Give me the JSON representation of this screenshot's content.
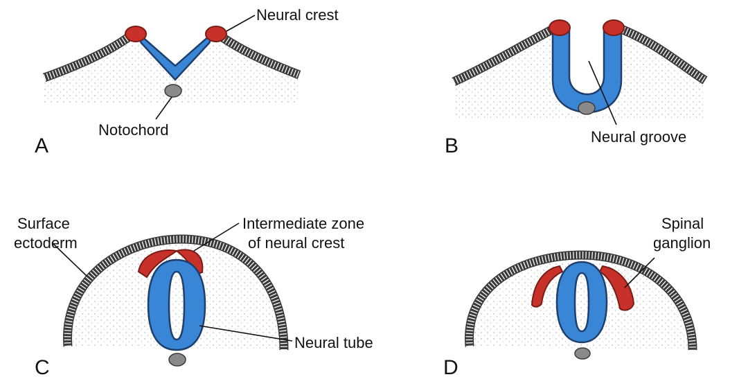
{
  "panels": [
    {
      "letter": "A",
      "labels": [
        "Neural crest",
        "Notochord"
      ]
    },
    {
      "letter": "B",
      "labels": [
        "Neural groove"
      ]
    },
    {
      "letter": "C",
      "labels": [
        "Surface",
        "ectoderm",
        "Intermediate zone",
        "of neural crest",
        "Neural tube"
      ]
    },
    {
      "letter": "D",
      "labels": [
        "Spinal",
        "ganglion"
      ]
    }
  ],
  "colors": {
    "neural_plate": "#3a86d6",
    "neural_crest": "#c8312a",
    "notochord": "#8a8a8a",
    "ectoderm": "#3a3a3a"
  }
}
